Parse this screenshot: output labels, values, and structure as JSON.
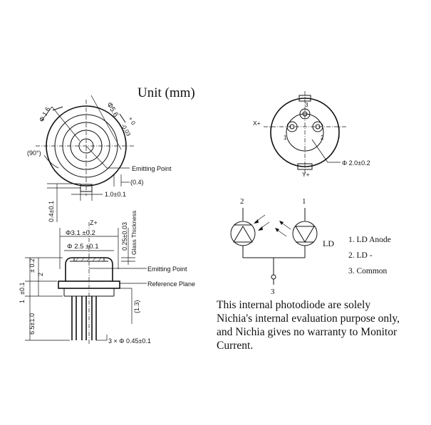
{
  "title": "Unit (mm)",
  "top_view": {
    "hole_dia": "Φ 1.6",
    "outer_dia": "Φ5.6",
    "tol_plus": "+ 0",
    "tol_minus": "-0.03",
    "angle": "(90°)",
    "emitting_point": "Emitting Point",
    "offset": "(0.4)",
    "width": "1.0±0.1",
    "side_dim": "0.4±0.1"
  },
  "side_view": {
    "axis": "Z+",
    "d1": "Φ3.1 ±0.2",
    "d2": "Φ 2.5 ±0.1",
    "glass_t": "0.25±0.03",
    "glass_label": "Glass Thickness",
    "emitting_point": "Emitting Point",
    "reference_plane": "Reference Plane",
    "h_top": "± 0.2",
    "h_top_val": "2",
    "h_mid": "±0.1",
    "h_mid_val": "1",
    "h_lead": "6.5±1.0",
    "pin_pitch": "(1.3)",
    "pins": "3 × Φ 0.45±0.1"
  },
  "pin_view": {
    "x_axis": "X+",
    "y_axis": "Y+",
    "pin_circle": "Φ 2.0±0.2",
    "pin_1": "1",
    "pin_2": "2",
    "pin_3": "3"
  },
  "circuit": {
    "node_2": "2",
    "node_1": "1",
    "node_3": "3",
    "ld": "LD",
    "legend": [
      "1. LD Anode",
      "2. LD -",
      "3. Common"
    ]
  },
  "note": [
    "This internal photodiode are solely",
    "Nichia's internal evaluation purpose only,",
    "and Nichia gives no warranty to Monitor",
    "Current."
  ]
}
